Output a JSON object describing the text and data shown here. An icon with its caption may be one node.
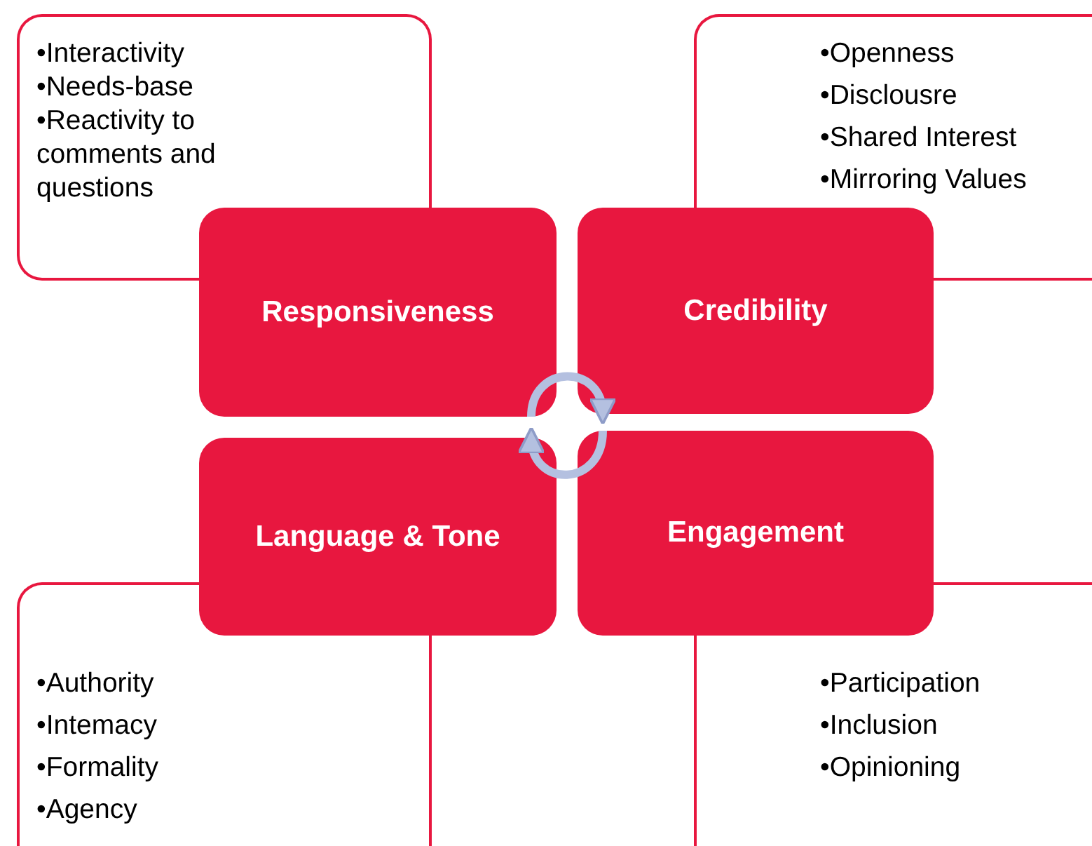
{
  "diagram": {
    "nodes": [
      {
        "text": [
          "•Interactivity",
          "•Needs-base",
          "•Reactivity to comments and questions"
        ]
      },
      {
        "text": [
          "•Openness",
          "•Disclousre",
          "•Shared Interest",
          "•Mirroring Values"
        ]
      },
      {
        "text": [
          "Responsiveness"
        ]
      },
      {
        "text": [
          "Credibility"
        ]
      },
      {
        "text": [
          "Language & Tone"
        ]
      },
      {
        "text": [
          "Engagement"
        ]
      },
      {
        "text": [
          "•Authority",
          "•Intemacy",
          "•Formality",
          "•Agency"
        ]
      },
      {
        "text": [
          "•Participation",
          "•Inclusion",
          "•Opinioning"
        ]
      }
    ],
    "edges": [
      {
        "from": 2,
        "to": 3,
        "arrow": "to"
      },
      {
        "from": 5,
        "to": 4,
        "arrow": "to"
      }
    ]
  }
}
